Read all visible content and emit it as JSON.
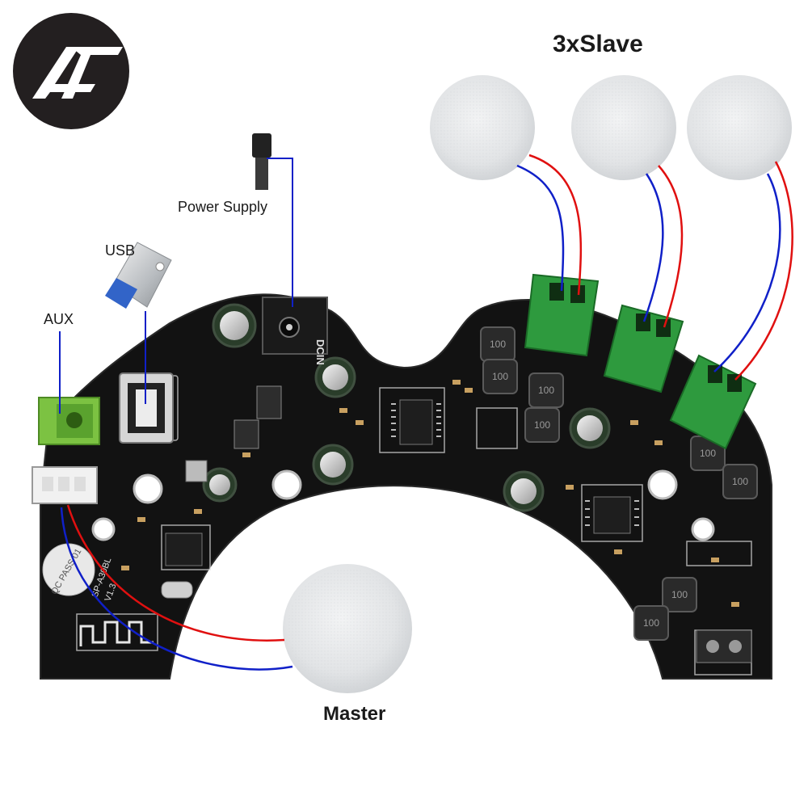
{
  "brand": {
    "logo_text": "AF"
  },
  "labels": {
    "power_supply": "Power Supply",
    "usb": "USB",
    "aux": "AUX",
    "slaves": "3xSlave",
    "master": "Master"
  },
  "board": {
    "model": "SP-A30BL",
    "version": "V1.3",
    "dc_in": "DCIN",
    "qc_sticker": "QC PASS 01",
    "inductor_marking": "100"
  },
  "colors": {
    "pcb": "#121212",
    "wire_red": "#e01010",
    "wire_blue": "#1020c8",
    "terminal_green": "#2e9a3e",
    "aux_green": "#7cc242",
    "speaker": "#e6e8ea"
  }
}
